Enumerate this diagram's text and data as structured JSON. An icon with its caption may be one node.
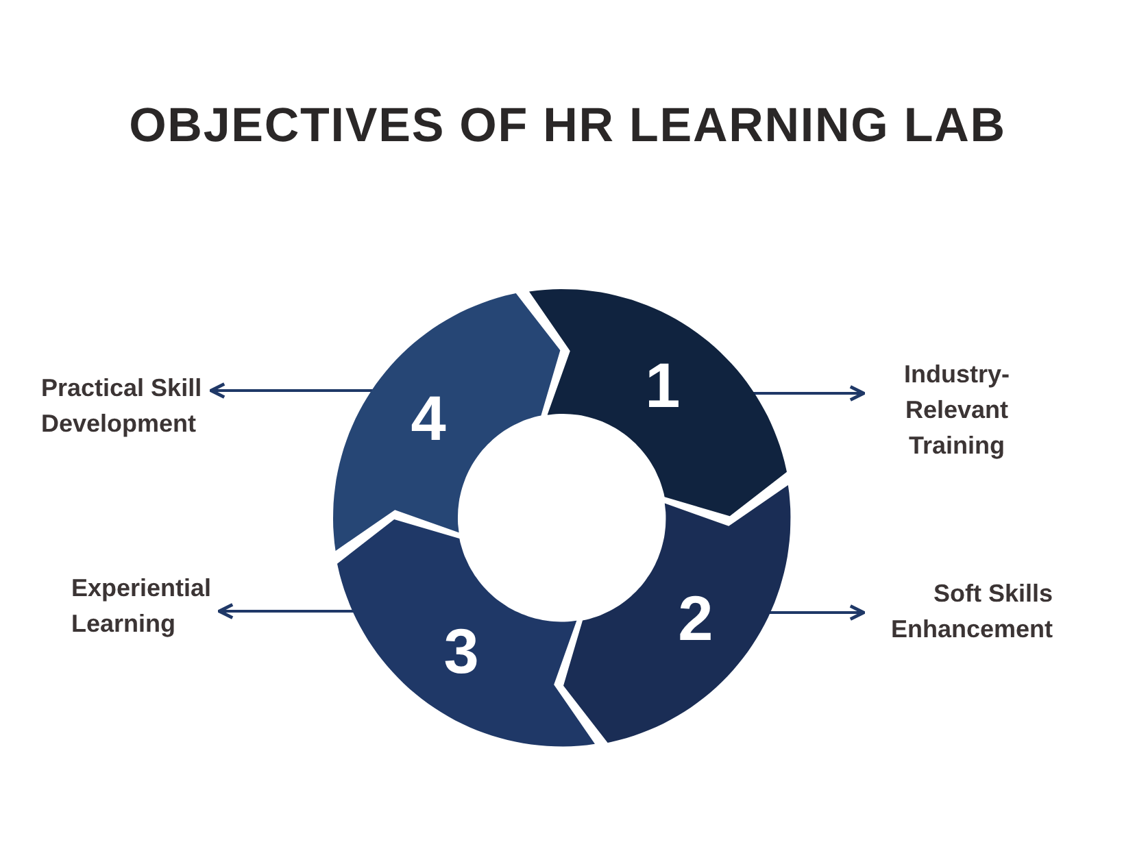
{
  "diagram": {
    "title": "OBJECTIVES OF HR LEARNING LAB",
    "nodes": [
      {
        "text": [
          "1"
        ]
      },
      {
        "text": [
          "2"
        ]
      },
      {
        "text": [
          "3"
        ]
      },
      {
        "text": [
          "4"
        ]
      },
      {
        "text": [
          "Practical Skill Development"
        ]
      },
      {
        "text": [
          "Industry- Relevant Training"
        ]
      },
      {
        "text": [
          "Experiential Learning"
        ]
      },
      {
        "text": [
          "Soft Skills Enhancement"
        ]
      }
    ],
    "edges": [
      {
        "from": 0,
        "to": 5,
        "arrow": "to"
      },
      {
        "from": 1,
        "to": 7,
        "arrow": "to"
      },
      {
        "from": 2,
        "to": 6,
        "arrow": "to"
      },
      {
        "from": 3,
        "to": 4,
        "arrow": "to"
      }
    ]
  }
}
